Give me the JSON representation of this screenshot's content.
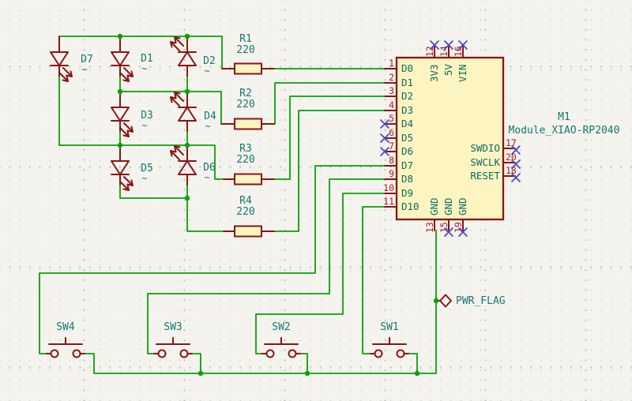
{
  "schematic": {
    "module": {
      "reference": "M1",
      "value": "Module_XIAO-RP2040",
      "left_pins": [
        {
          "number": "1",
          "name": "D0"
        },
        {
          "number": "2",
          "name": "D1"
        },
        {
          "number": "3",
          "name": "D2"
        },
        {
          "number": "4",
          "name": "D3"
        },
        {
          "number": "5",
          "name": "D4"
        },
        {
          "number": "6",
          "name": "D5"
        },
        {
          "number": "7",
          "name": "D6"
        },
        {
          "number": "8",
          "name": "D7"
        },
        {
          "number": "9",
          "name": "D8"
        },
        {
          "number": "10",
          "name": "D9"
        },
        {
          "number": "11",
          "name": "D10"
        }
      ],
      "top_pins": [
        {
          "number": "12",
          "name": "3V3"
        },
        {
          "number": "14",
          "name": "5V"
        },
        {
          "number": "16",
          "name": "VIN"
        }
      ],
      "bottom_pins": [
        {
          "number": "13",
          "name": "GND"
        },
        {
          "number": "15",
          "name": "GND"
        },
        {
          "number": "19",
          "name": "GND"
        }
      ],
      "right_pins": [
        {
          "number": "17",
          "name": "SWDIO"
        },
        {
          "number": "20",
          "name": "SWCLK"
        },
        {
          "number": "18",
          "name": "RESET"
        }
      ]
    },
    "leds": [
      {
        "ref": "D7",
        "value": "~"
      },
      {
        "ref": "D1",
        "value": "~"
      },
      {
        "ref": "D2",
        "value": "~"
      },
      {
        "ref": "D3",
        "value": "~"
      },
      {
        "ref": "D4",
        "value": "~"
      },
      {
        "ref": "D5",
        "value": "~"
      },
      {
        "ref": "D6",
        "value": "~"
      }
    ],
    "resistors": [
      {
        "ref": "R1",
        "value": "220"
      },
      {
        "ref": "R2",
        "value": "220"
      },
      {
        "ref": "R3",
        "value": "220"
      },
      {
        "ref": "R4",
        "value": "220"
      }
    ],
    "switches": [
      {
        "ref": "SW4"
      },
      {
        "ref": "SW3"
      },
      {
        "ref": "SW2"
      },
      {
        "ref": "SW1"
      }
    ],
    "power_flag": {
      "label": "PWR_FLAG"
    },
    "colors": {
      "wire": "#0aa00a",
      "symbol_outline": "#8a1515",
      "symbol_fill": "#fcf5c2",
      "field_text": "#17786f",
      "pin_number": "#b01a1a",
      "pin_name": "#0c6b5c",
      "no_connect": "#4646c8",
      "background": "#f4f3ee"
    }
  }
}
